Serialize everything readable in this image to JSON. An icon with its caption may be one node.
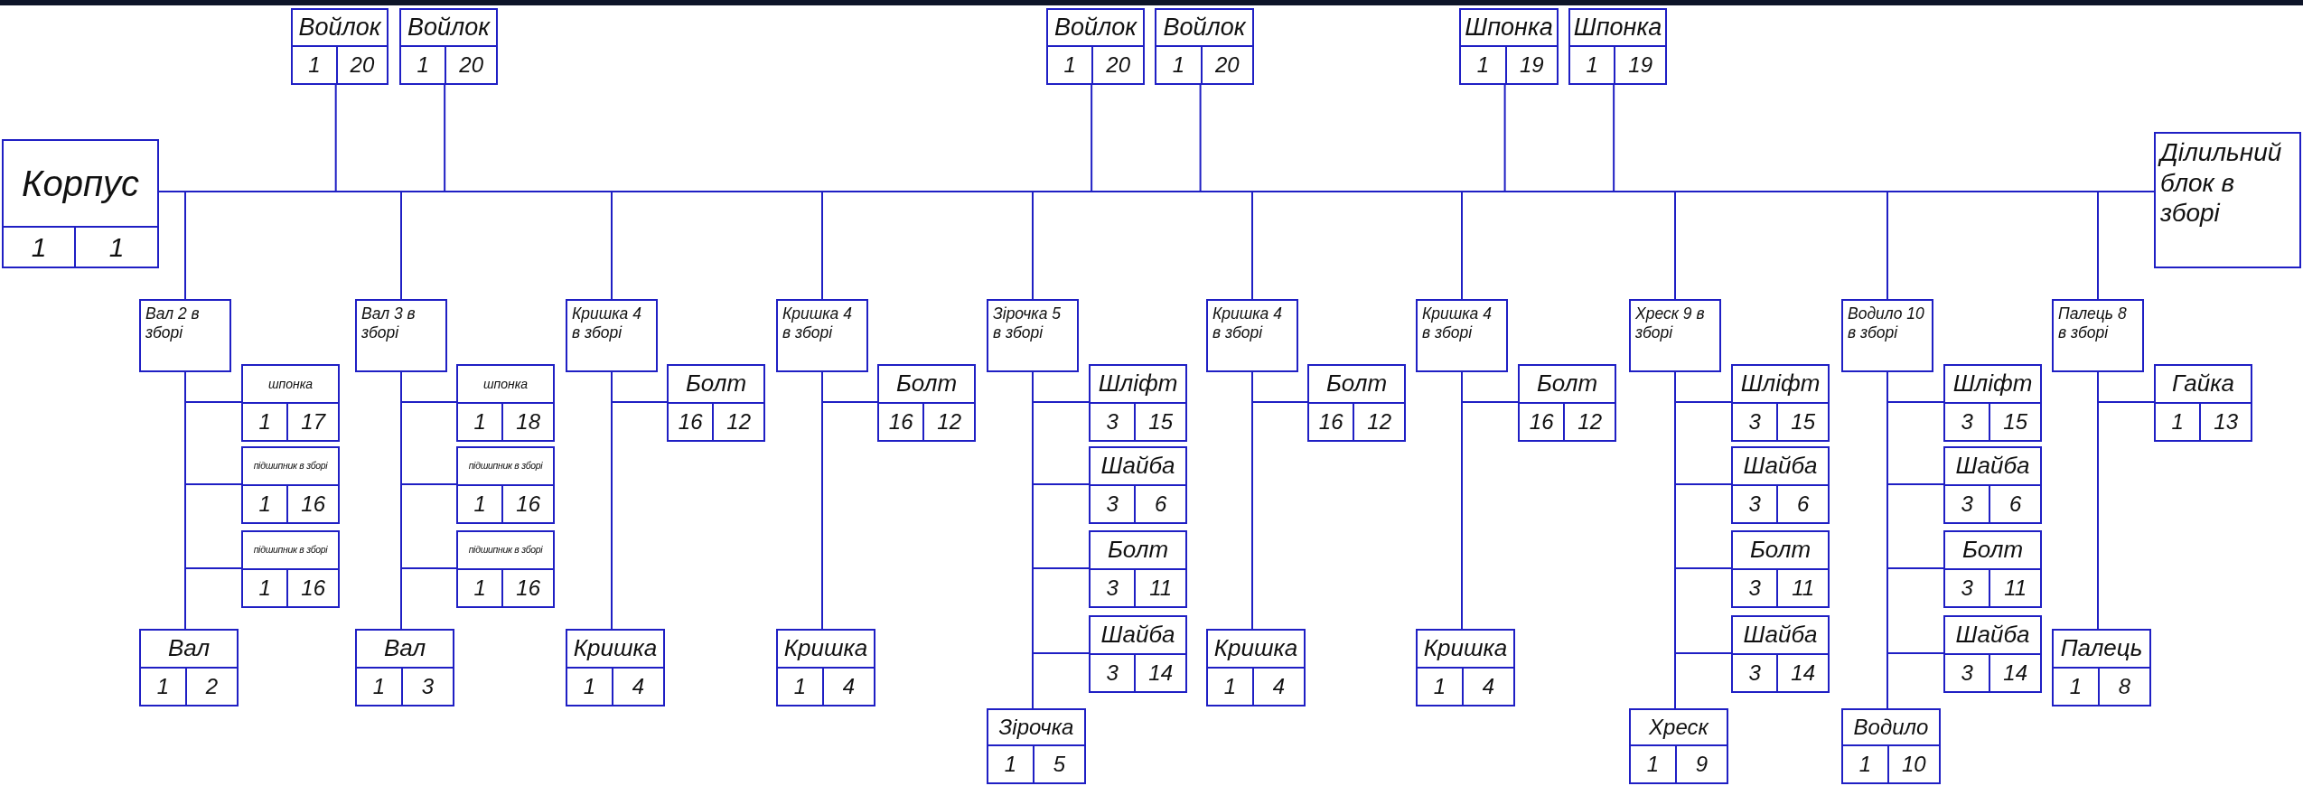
{
  "diagram": {
    "nodes": [
      {
        "text": [
          "Войлок",
          "1",
          "20"
        ]
      },
      {
        "text": [
          "Войлок",
          "1",
          "20"
        ]
      },
      {
        "text": [
          "Войлок",
          "1",
          "20"
        ]
      },
      {
        "text": [
          "Войлок",
          "1",
          "20"
        ]
      },
      {
        "text": [
          "Шпонка",
          "1",
          "19"
        ]
      },
      {
        "text": [
          "Шпонка",
          "1",
          "19"
        ]
      },
      {
        "text": [
          "Корпус",
          "1",
          "1"
        ]
      },
      {
        "text": [
          "Ділильний блок в зборі"
        ]
      },
      {
        "text": [
          "Вал 2 в зборі"
        ]
      },
      {
        "text": [
          "шпонка",
          "1",
          "17"
        ]
      },
      {
        "text": [
          "підшипник в зборі",
          "1",
          "16"
        ]
      },
      {
        "text": [
          "підшипник в зборі",
          "1",
          "16"
        ]
      },
      {
        "text": [
          "Вал",
          "1",
          "2"
        ]
      },
      {
        "text": [
          "Вал 3 в зборі"
        ]
      },
      {
        "text": [
          "шпонка",
          "1",
          "18"
        ]
      },
      {
        "text": [
          "підшипник в зборі",
          "1",
          "16"
        ]
      },
      {
        "text": [
          "підшипник в зборі",
          "1",
          "16"
        ]
      },
      {
        "text": [
          "Вал",
          "1",
          "3"
        ]
      },
      {
        "text": [
          "Кришка 4 в зборі"
        ]
      },
      {
        "text": [
          "Болт",
          "16",
          "12"
        ]
      },
      {
        "text": [
          "Кришка",
          "1",
          "4"
        ]
      },
      {
        "text": [
          "Кришка 4 в зборі"
        ]
      },
      {
        "text": [
          "Болт",
          "16",
          "12"
        ]
      },
      {
        "text": [
          "Кришка",
          "1",
          "4"
        ]
      },
      {
        "text": [
          "Зірочка 5 в зборі"
        ]
      },
      {
        "text": [
          "Шліфт",
          "3",
          "15"
        ]
      },
      {
        "text": [
          "Шайба",
          "3",
          "6"
        ]
      },
      {
        "text": [
          "Болт",
          "3",
          "11"
        ]
      },
      {
        "text": [
          "Шайба",
          "3",
          "14"
        ]
      },
      {
        "text": [
          "Зірочка",
          "1",
          "5"
        ]
      },
      {
        "text": [
          "Кришка 4 в зборі"
        ]
      },
      {
        "text": [
          "Болт",
          "16",
          "12"
        ]
      },
      {
        "text": [
          "Кришка",
          "1",
          "4"
        ]
      },
      {
        "text": [
          "Кришка 4 в зборі"
        ]
      },
      {
        "text": [
          "Болт",
          "16",
          "12"
        ]
      },
      {
        "text": [
          "Кришка",
          "1",
          "4"
        ]
      },
      {
        "text": [
          "Хреск 9 в зборі"
        ]
      },
      {
        "text": [
          "Шліфт",
          "3",
          "15"
        ]
      },
      {
        "text": [
          "Шайба",
          "3",
          "6"
        ]
      },
      {
        "text": [
          "Болт",
          "3",
          "11"
        ]
      },
      {
        "text": [
          "Шайба",
          "3",
          "14"
        ]
      },
      {
        "text": [
          "Хреск",
          "1",
          "9"
        ]
      },
      {
        "text": [
          "Водило 10 в зборі"
        ]
      },
      {
        "text": [
          "Шліфт",
          "3",
          "15"
        ]
      },
      {
        "text": [
          "Шайба",
          "3",
          "6"
        ]
      },
      {
        "text": [
          "Болт",
          "3",
          "11"
        ]
      },
      {
        "text": [
          "Шайба",
          "3",
          "14"
        ]
      },
      {
        "text": [
          "Водило",
          "1",
          "10"
        ]
      },
      {
        "text": [
          "Палець 8 в зборі"
        ]
      },
      {
        "text": [
          "Гайка",
          "1",
          "13"
        ]
      },
      {
        "text": [
          "Палець",
          "1",
          "8"
        ]
      }
    ],
    "edges": [
      {
        "from": 6,
        "to": 7,
        "arrow": "none"
      },
      {
        "from": 0,
        "to": 7,
        "arrow": "none"
      },
      {
        "from": 1,
        "to": 7,
        "arrow": "none"
      },
      {
        "from": 2,
        "to": 7,
        "arrow": "none"
      },
      {
        "from": 3,
        "to": 7,
        "arrow": "none"
      },
      {
        "from": 4,
        "to": 7,
        "arrow": "none"
      },
      {
        "from": 5,
        "to": 7,
        "arrow": "none"
      },
      {
        "from": 8,
        "to": 7,
        "arrow": "none"
      },
      {
        "from": 13,
        "to": 7,
        "arrow": "none"
      },
      {
        "from": 18,
        "to": 7,
        "arrow": "none"
      },
      {
        "from": 21,
        "to": 7,
        "arrow": "none"
      },
      {
        "from": 24,
        "to": 7,
        "arrow": "none"
      },
      {
        "from": 30,
        "to": 7,
        "arrow": "none"
      },
      {
        "from": 33,
        "to": 7,
        "arrow": "none"
      },
      {
        "from": 36,
        "to": 7,
        "arrow": "none"
      },
      {
        "from": 42,
        "to": 7,
        "arrow": "none"
      },
      {
        "from": 48,
        "to": 7,
        "arrow": "none"
      },
      {
        "from": 9,
        "to": 8,
        "arrow": "none"
      },
      {
        "from": 10,
        "to": 8,
        "arrow": "none"
      },
      {
        "from": 11,
        "to": 8,
        "arrow": "none"
      },
      {
        "from": 12,
        "to": 8,
        "arrow": "none"
      },
      {
        "from": 14,
        "to": 13,
        "arrow": "none"
      },
      {
        "from": 15,
        "to": 13,
        "arrow": "none"
      },
      {
        "from": 16,
        "to": 13,
        "arrow": "none"
      },
      {
        "from": 17,
        "to": 13,
        "arrow": "none"
      },
      {
        "from": 19,
        "to": 18,
        "arrow": "none"
      },
      {
        "from": 20,
        "to": 18,
        "arrow": "none"
      },
      {
        "from": 22,
        "to": 21,
        "arrow": "none"
      },
      {
        "from": 23,
        "to": 21,
        "arrow": "none"
      },
      {
        "from": 25,
        "to": 24,
        "arrow": "none"
      },
      {
        "from": 26,
        "to": 24,
        "arrow": "none"
      },
      {
        "from": 27,
        "to": 24,
        "arrow": "none"
      },
      {
        "from": 28,
        "to": 24,
        "arrow": "none"
      },
      {
        "from": 29,
        "to": 24,
        "arrow": "none"
      },
      {
        "from": 31,
        "to": 30,
        "arrow": "none"
      },
      {
        "from": 32,
        "to": 30,
        "arrow": "none"
      },
      {
        "from": 34,
        "to": 33,
        "arrow": "none"
      },
      {
        "from": 35,
        "to": 33,
        "arrow": "none"
      },
      {
        "from": 37,
        "to": 36,
        "arrow": "none"
      },
      {
        "from": 38,
        "to": 36,
        "arrow": "none"
      },
      {
        "from": 39,
        "to": 36,
        "arrow": "none"
      },
      {
        "from": 40,
        "to": 36,
        "arrow": "none"
      },
      {
        "from": 41,
        "to": 36,
        "arrow": "none"
      },
      {
        "from": 43,
        "to": 42,
        "arrow": "none"
      },
      {
        "from": 44,
        "to": 42,
        "arrow": "none"
      },
      {
        "from": 45,
        "to": 42,
        "arrow": "none"
      },
      {
        "from": 46,
        "to": 42,
        "arrow": "none"
      },
      {
        "from": 47,
        "to": 42,
        "arrow": "none"
      },
      {
        "from": 49,
        "to": 48,
        "arrow": "none"
      },
      {
        "from": 50,
        "to": 48,
        "arrow": "none"
      }
    ]
  }
}
